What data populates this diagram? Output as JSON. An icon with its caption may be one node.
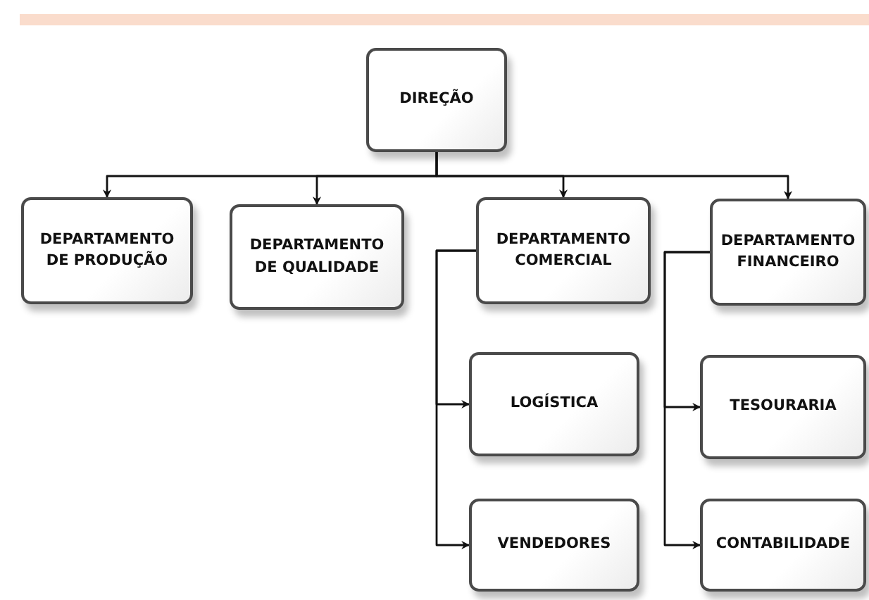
{
  "diagram": {
    "nodes": [
      {
        "text": [
          "DIREÇÃO"
        ]
      },
      {
        "text": [
          "DEPARTAMENTO DE PRODUÇÃO"
        ]
      },
      {
        "text": [
          "DEPARTAMENTO DE QUALIDADE"
        ]
      },
      {
        "text": [
          "DEPARTAMENTO COMERCIAL"
        ]
      },
      {
        "text": [
          "DEPARTAMENTO FINANCEIRO"
        ]
      },
      {
        "text": [
          "LOGÍSTICA"
        ]
      },
      {
        "text": [
          "VENDEDORES"
        ]
      },
      {
        "text": [
          "TESOURARIA"
        ]
      },
      {
        "text": [
          "CONTABILIDADE"
        ]
      }
    ],
    "edges": [
      {
        "from": 0,
        "to": 1,
        "arrow": "to"
      },
      {
        "from": 0,
        "to": 2,
        "arrow": "to"
      },
      {
        "from": 0,
        "to": 3,
        "arrow": "to"
      },
      {
        "from": 0,
        "to": 4,
        "arrow": "to"
      },
      {
        "from": 3,
        "to": 5,
        "arrow": "to"
      },
      {
        "from": 3,
        "to": 6,
        "arrow": "to"
      },
      {
        "from": 4,
        "to": 7,
        "arrow": "to"
      },
      {
        "from": 4,
        "to": 8,
        "arrow": "to"
      }
    ]
  }
}
